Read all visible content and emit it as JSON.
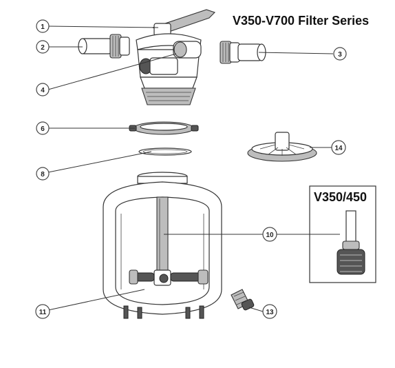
{
  "title": "V350-V700 Filter Series",
  "inset_label": "V350/450",
  "callouts": [
    "1",
    "2",
    "3",
    "4",
    "6",
    "8",
    "10",
    "11",
    "13",
    "14"
  ],
  "colors": {
    "outline": "#333333",
    "shade": "#bdbdbd",
    "dark": "#555555",
    "background": "#ffffff"
  }
}
